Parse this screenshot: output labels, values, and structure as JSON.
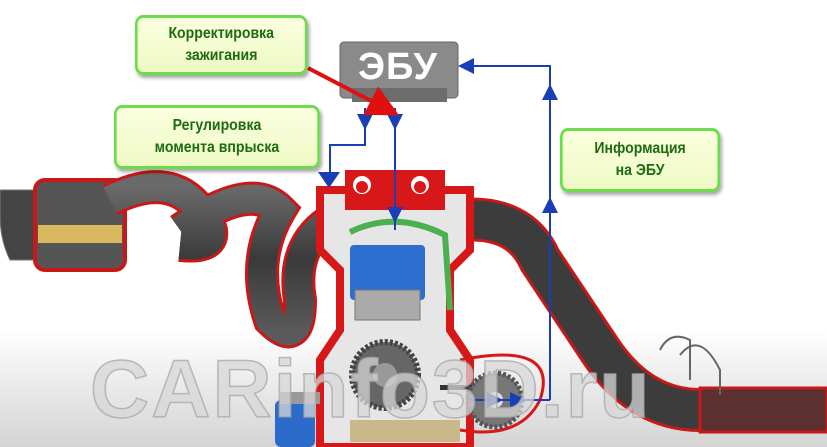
{
  "labels": {
    "ignition_line1": "Корректировка",
    "ignition_line2": "зажигания",
    "injection_line1": "Регулировка",
    "injection_line2": "момента впрыска",
    "info_line1": "Информация",
    "info_line2": "на ЭБУ"
  },
  "ecu": {
    "label": "ЭБУ"
  },
  "watermark": "CARinfo3D.ru",
  "colors": {
    "signal": "#1a3fb5",
    "ignition_arrow": "#e01010",
    "engine": "#d81818",
    "label_border": "#6ddc4a",
    "label_text": "#1e6b12"
  }
}
